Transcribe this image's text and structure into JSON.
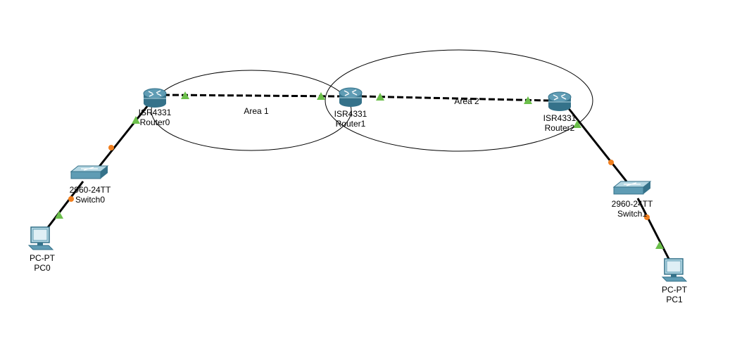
{
  "colors": {
    "background": "#ffffff",
    "link_up": "#6cbf4b",
    "link_pending": "#f07f1f",
    "cable": "#000000",
    "device_body": "#5f9cb4",
    "device_dark": "#35728a",
    "device_light": "#b5d7e3"
  },
  "areas": [
    {
      "id": "area1",
      "label": "Area 1"
    },
    {
      "id": "area2",
      "label": "Area 2"
    }
  ],
  "devices": [
    {
      "id": "router0",
      "type": "router",
      "icon": "router-icon",
      "model": "ISR4331",
      "name": "Router0"
    },
    {
      "id": "router1",
      "type": "router",
      "icon": "router-icon",
      "model": "ISR4331",
      "name": "Router1"
    },
    {
      "id": "router2",
      "type": "router",
      "icon": "router-icon",
      "model": "ISR4331",
      "name": "Router2"
    },
    {
      "id": "switch0",
      "type": "switch",
      "icon": "switch-icon",
      "model": "2960-24TT",
      "name": "Switch0"
    },
    {
      "id": "switch1",
      "type": "switch",
      "icon": "switch-icon",
      "model": "2960-24TT",
      "name": "Switch1"
    },
    {
      "id": "pc0",
      "type": "pc",
      "icon": "pc-icon",
      "model": "PC-PT",
      "name": "PC0"
    },
    {
      "id": "pc1",
      "type": "pc",
      "icon": "pc-icon",
      "model": "PC-PT",
      "name": "PC1"
    }
  ],
  "links": [
    {
      "id": "r0-r1",
      "from": "router0",
      "to": "router1",
      "cable": "serial",
      "from_state": "up",
      "to_state": "up"
    },
    {
      "id": "r1-r2",
      "from": "router1",
      "to": "router2",
      "cable": "serial",
      "from_state": "up",
      "to_state": "up"
    },
    {
      "id": "r0-sw0",
      "from": "router0",
      "to": "switch0",
      "cable": "straight",
      "from_state": "up",
      "to_state": "pending"
    },
    {
      "id": "sw0-pc0",
      "from": "switch0",
      "to": "pc0",
      "cable": "straight",
      "from_state": "pending",
      "to_state": "up"
    },
    {
      "id": "r2-sw1",
      "from": "router2",
      "to": "switch1",
      "cable": "straight",
      "from_state": "up",
      "to_state": "pending"
    },
    {
      "id": "sw1-pc1",
      "from": "switch1",
      "to": "pc1",
      "cable": "straight",
      "from_state": "pending",
      "to_state": "up"
    }
  ]
}
